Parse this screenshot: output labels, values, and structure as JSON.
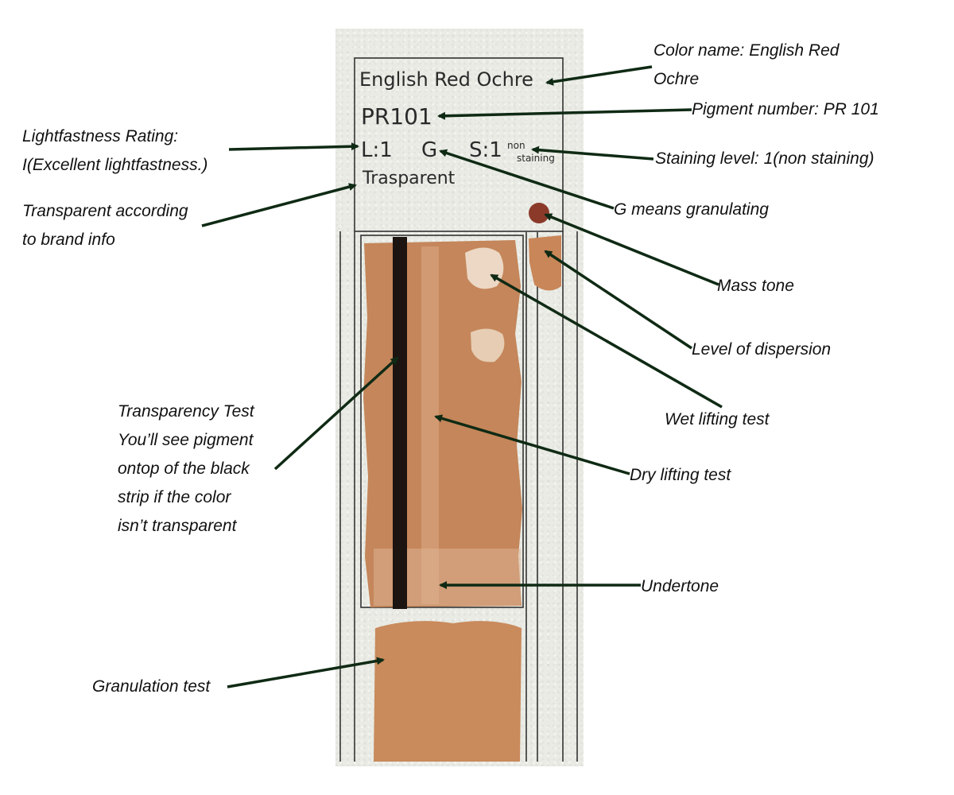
{
  "swatch_card": {
    "handwritten_name": "English Red Ochre",
    "handwritten_pigment": "PR101",
    "handwritten_lightfastness": "L:1",
    "handwritten_granulation": "G",
    "handwritten_staining": "S:1",
    "handwritten_staining_note_1": "non",
    "handwritten_staining_note_2": "staining",
    "handwritten_transparency": "Trasparent",
    "paint_color": "#c4865a",
    "masstone_color": "#8b3a2a",
    "black_strip_color": "#1c1410"
  },
  "annotations": {
    "color_name": "Color name: English Red\nOchre",
    "pigment_number": "Pigment number: PR 101",
    "lightfastness": "Lightfastness Rating:\nI(Excellent lightfastness.)",
    "staining": "Staining level: 1(non staining)",
    "transparent_info": "Transparent according\nto brand info",
    "granulating": "G means granulating",
    "mass_tone": "Mass tone",
    "dispersion": "Level of dispersion",
    "wet_lifting": "Wet lifting test",
    "transparency_test": "Transparency Test\nYou’ll see pigment\nontop of the black\nstrip if the color\nisn’t transparent",
    "dry_lifting": "Dry lifting test",
    "undertone": "Undertone",
    "granulation_test": "Granulation test"
  },
  "arrow_color": "#0f2a14"
}
